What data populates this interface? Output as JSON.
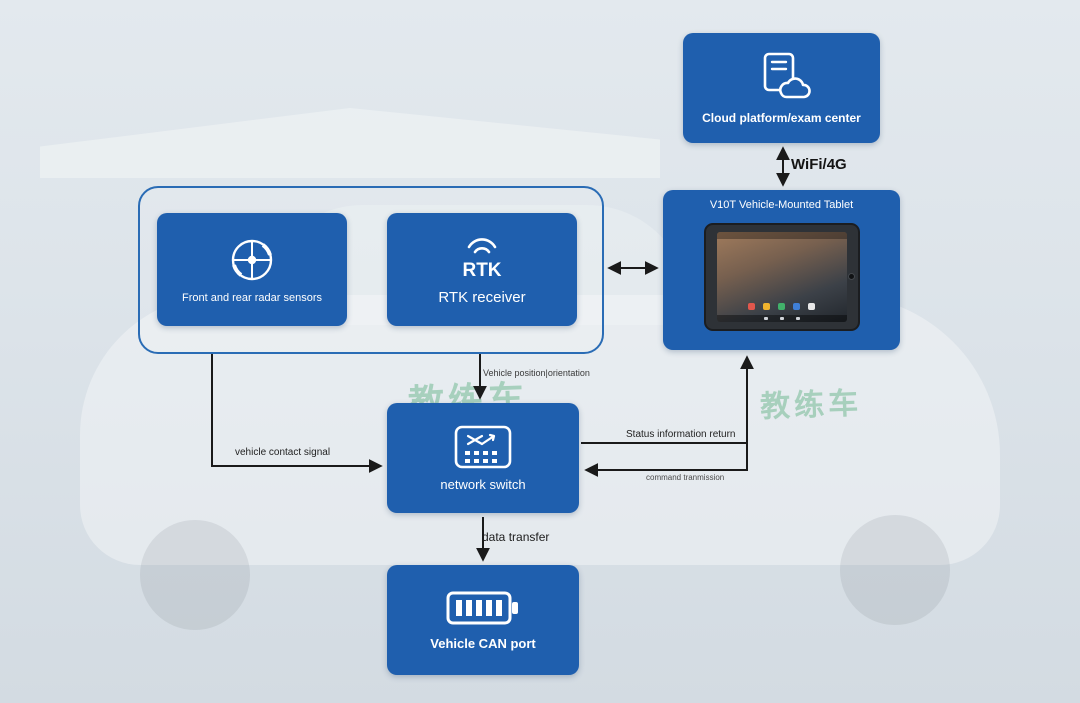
{
  "background": {
    "car_text": "教练车"
  },
  "diagram": {
    "nodes": {
      "cloud": {
        "label": "Cloud platform/exam center",
        "icon": "document-cloud-icon"
      },
      "tablet": {
        "title": "V10T Vehicle-Mounted Tablet",
        "icon": "tablet-device-graphic"
      },
      "radar": {
        "label": "Front and rear radar sensors",
        "icon": "radar-icon"
      },
      "rtk": {
        "label": "RTK receiver",
        "icon_text": "RTK",
        "icon": "rtk-signal-icon"
      },
      "switch": {
        "label": "network switch",
        "icon": "network-switch-icon"
      },
      "can": {
        "label": "Vehicle CAN port",
        "icon": "battery-icon"
      }
    },
    "edge_labels": {
      "wifi": "WiFi/4G",
      "position": "Vehicle position|orientation",
      "contact": "vehicle contact signal",
      "status": "Status information return",
      "command": "command tranmission",
      "data": "data transfer"
    },
    "colors": {
      "box_blue": "#1f5fae",
      "group_border": "#2a6cb5",
      "arrow": "#1a1a1a"
    }
  }
}
